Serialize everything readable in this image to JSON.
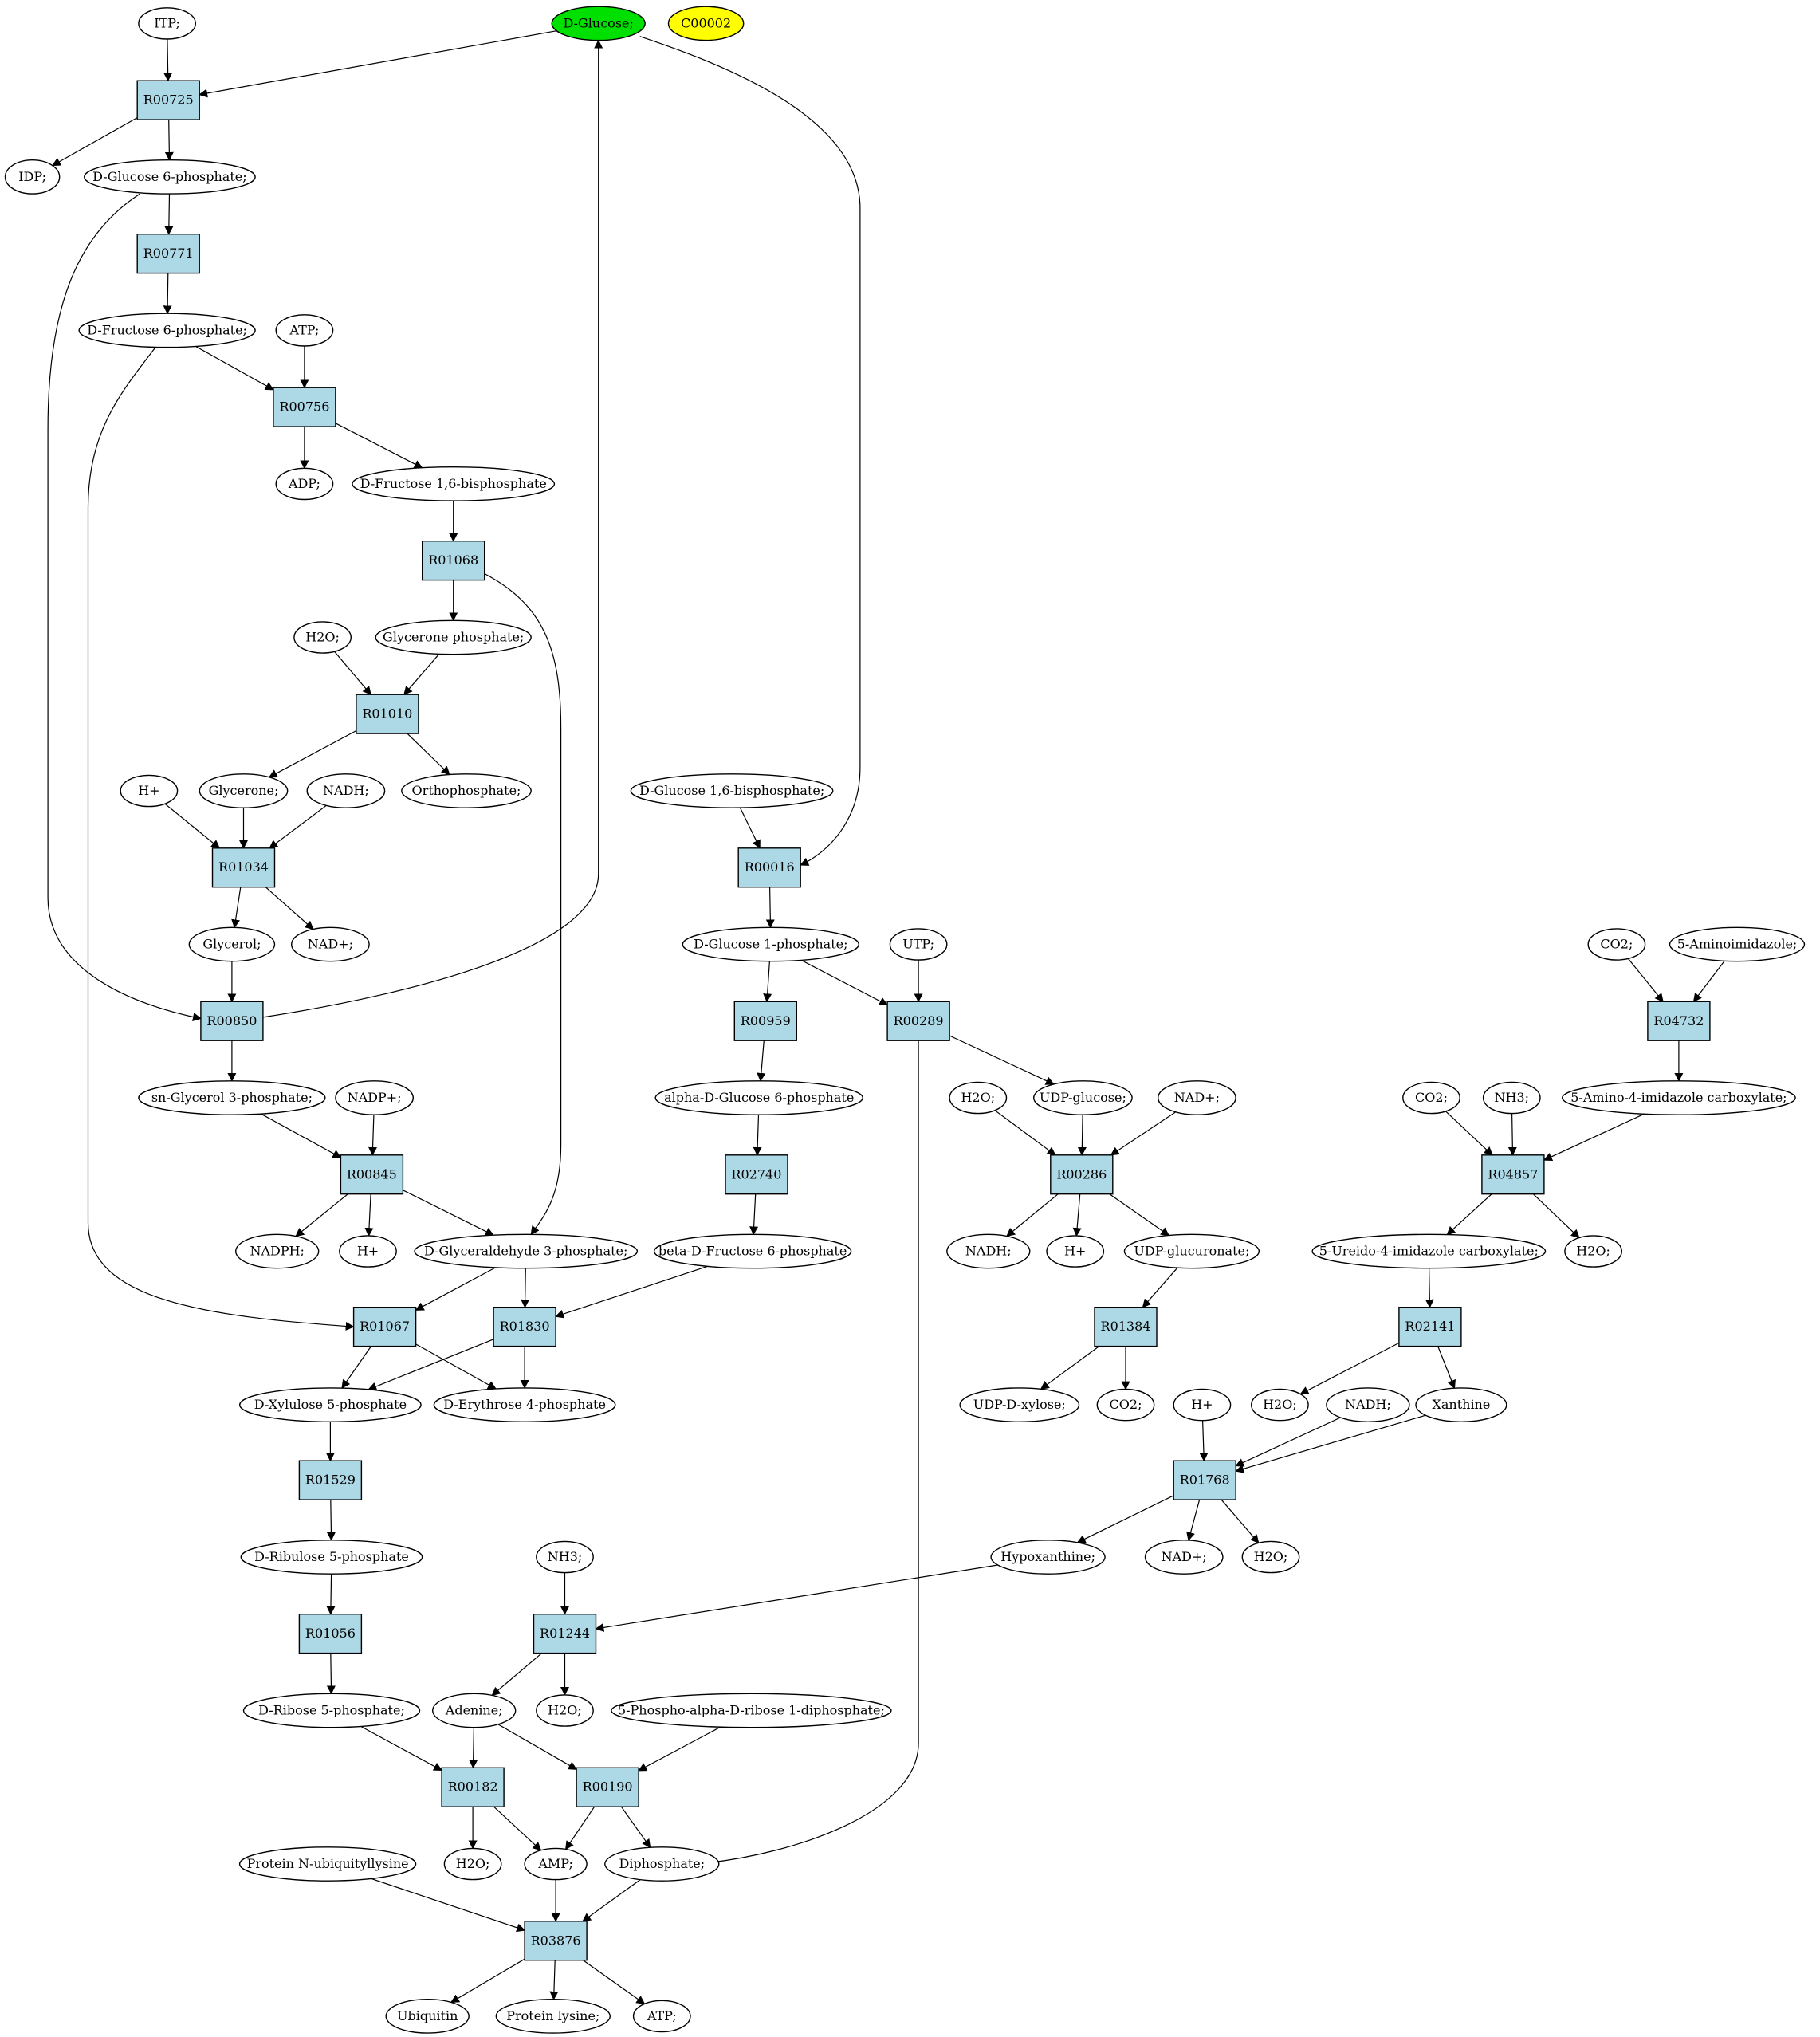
{
  "diagram": {
    "colors": {
      "reaction_fill": "#add8e6",
      "compound_fill": "#ffffff",
      "highlight_green": "#00e000",
      "highlight_yellow": "#ffff00",
      "stroke": "#000000"
    },
    "compounds": [
      {
        "id": "itp",
        "label": "ITP;"
      },
      {
        "id": "dglucose",
        "label": "D-Glucose;",
        "fill": "#00e000"
      },
      {
        "id": "c00002",
        "label": "C00002",
        "fill": "#ffff00"
      },
      {
        "id": "idp",
        "label": "IDP;"
      },
      {
        "id": "g6p",
        "label": "D-Glucose 6-phosphate;"
      },
      {
        "id": "f6p",
        "label": "D-Fructose 6-phosphate;"
      },
      {
        "id": "atp1",
        "label": "ATP;"
      },
      {
        "id": "adp",
        "label": "ADP;"
      },
      {
        "id": "fbp",
        "label": "D-Fructose 1,6-bisphosphate"
      },
      {
        "id": "h2o_1",
        "label": "H2O;"
      },
      {
        "id": "dhap",
        "label": "Glycerone phosphate;"
      },
      {
        "id": "hplus1",
        "label": "H+"
      },
      {
        "id": "glycerone",
        "label": "Glycerone;"
      },
      {
        "id": "nadh1",
        "label": "NADH;"
      },
      {
        "id": "pi",
        "label": "Orthophosphate;"
      },
      {
        "id": "glycerol",
        "label": "Glycerol;"
      },
      {
        "id": "nadplus1",
        "label": "NAD+;"
      },
      {
        "id": "g16bp",
        "label": "D-Glucose 1,6-bisphosphate;"
      },
      {
        "id": "g1p",
        "label": "D-Glucose 1-phosphate;"
      },
      {
        "id": "utp",
        "label": "UTP;"
      },
      {
        "id": "co2_1",
        "label": "CO2;"
      },
      {
        "id": "aminoimid",
        "label": "5-Aminoimidazole;"
      },
      {
        "id": "g3p",
        "label": "sn-Glycerol 3-phosphate;"
      },
      {
        "id": "nadpplus",
        "label": "NADP+;"
      },
      {
        "id": "ag6p",
        "label": "alpha-D-Glucose 6-phosphate"
      },
      {
        "id": "h2o_2",
        "label": "H2O;"
      },
      {
        "id": "udpglc",
        "label": "UDP-glucose;"
      },
      {
        "id": "nadplus2",
        "label": "NAD+;"
      },
      {
        "id": "co2_2",
        "label": "CO2;"
      },
      {
        "id": "nh3_1",
        "label": "NH3;"
      },
      {
        "id": "aic",
        "label": "5-Amino-4-imidazole carboxylate;"
      },
      {
        "id": "nadph",
        "label": "NADPH;"
      },
      {
        "id": "hplus2",
        "label": "H+"
      },
      {
        "id": "gap",
        "label": "D-Glyceraldehyde 3-phosphate;"
      },
      {
        "id": "bf6p",
        "label": "beta-D-Fructose 6-phosphate"
      },
      {
        "id": "nadh2",
        "label": "NADH;"
      },
      {
        "id": "hplus3",
        "label": "H+"
      },
      {
        "id": "udpglcur",
        "label": "UDP-glucuronate;"
      },
      {
        "id": "uic",
        "label": "5-Ureido-4-imidazole carboxylate;"
      },
      {
        "id": "h2o_3",
        "label": "H2O;"
      },
      {
        "id": "xu5p",
        "label": "D-Xylulose 5-phosphate"
      },
      {
        "id": "e4p",
        "label": "D-Erythrose 4-phosphate"
      },
      {
        "id": "udpxyl",
        "label": "UDP-D-xylose;"
      },
      {
        "id": "co2_3",
        "label": "CO2;"
      },
      {
        "id": "hplus4",
        "label": "H+"
      },
      {
        "id": "h2o_4",
        "label": "H2O;"
      },
      {
        "id": "nadh3",
        "label": "NADH;"
      },
      {
        "id": "xanthine",
        "label": "Xanthine"
      },
      {
        "id": "ru5p",
        "label": "D-Ribulose 5-phosphate"
      },
      {
        "id": "nh3_2",
        "label": "NH3;"
      },
      {
        "id": "hypox",
        "label": "Hypoxanthine;"
      },
      {
        "id": "nadplus3",
        "label": "NAD+;"
      },
      {
        "id": "h2o_5",
        "label": "H2O;"
      },
      {
        "id": "r5p",
        "label": "D-Ribose 5-phosphate;"
      },
      {
        "id": "adenine",
        "label": "Adenine;"
      },
      {
        "id": "h2o_6",
        "label": "H2O;"
      },
      {
        "id": "prpp",
        "label": "5-Phospho-alpha-D-ribose 1-diphosphate;"
      },
      {
        "id": "protub",
        "label": "Protein N-ubiquityllysine"
      },
      {
        "id": "h2o_7",
        "label": "H2O;"
      },
      {
        "id": "amp",
        "label": "AMP;"
      },
      {
        "id": "ppi",
        "label": "Diphosphate;"
      },
      {
        "id": "ubiquitin",
        "label": "Ubiquitin"
      },
      {
        "id": "protlys",
        "label": "Protein lysine;"
      },
      {
        "id": "atp2",
        "label": "ATP;"
      }
    ],
    "reactions": [
      {
        "id": "R00725",
        "label": "R00725"
      },
      {
        "id": "R00771",
        "label": "R00771"
      },
      {
        "id": "R00756",
        "label": "R00756"
      },
      {
        "id": "R01068",
        "label": "R01068"
      },
      {
        "id": "R01010",
        "label": "R01010"
      },
      {
        "id": "R01034",
        "label": "R01034"
      },
      {
        "id": "R00016",
        "label": "R00016"
      },
      {
        "id": "R00850",
        "label": "R00850"
      },
      {
        "id": "R00959",
        "label": "R00959"
      },
      {
        "id": "R00289",
        "label": "R00289"
      },
      {
        "id": "R04732",
        "label": "R04732"
      },
      {
        "id": "R00845",
        "label": "R00845"
      },
      {
        "id": "R02740",
        "label": "R02740"
      },
      {
        "id": "R00286",
        "label": "R00286"
      },
      {
        "id": "R04857",
        "label": "R04857"
      },
      {
        "id": "R01067",
        "label": "R01067"
      },
      {
        "id": "R01830",
        "label": "R01830"
      },
      {
        "id": "R01384",
        "label": "R01384"
      },
      {
        "id": "R02141",
        "label": "R02141"
      },
      {
        "id": "R01529",
        "label": "R01529"
      },
      {
        "id": "R01768",
        "label": "R01768"
      },
      {
        "id": "R01056",
        "label": "R01056"
      },
      {
        "id": "R01244",
        "label": "R01244"
      },
      {
        "id": "R00182",
        "label": "R00182"
      },
      {
        "id": "R00190",
        "label": "R00190"
      },
      {
        "id": "R03876",
        "label": "R03876"
      }
    ],
    "edges": [
      [
        "itp",
        "R00725"
      ],
      [
        "dglucose",
        "R00725"
      ],
      [
        "R00725",
        "idp"
      ],
      [
        "R00725",
        "g6p"
      ],
      [
        "g6p",
        "R00771"
      ],
      [
        "g6p",
        "R00850"
      ],
      [
        "R00771",
        "f6p"
      ],
      [
        "f6p",
        "R00756"
      ],
      [
        "atp1",
        "R00756"
      ],
      [
        "f6p",
        "R01067"
      ],
      [
        "R00756",
        "adp"
      ],
      [
        "R00756",
        "fbp"
      ],
      [
        "fbp",
        "R01068"
      ],
      [
        "R01068",
        "dhap"
      ],
      [
        "R01068",
        "gap"
      ],
      [
        "h2o_1",
        "R01010"
      ],
      [
        "dhap",
        "R01010"
      ],
      [
        "R01010",
        "glycerone"
      ],
      [
        "R01010",
        "pi"
      ],
      [
        "hplus1",
        "R01034"
      ],
      [
        "glycerone",
        "R01034"
      ],
      [
        "nadh1",
        "R01034"
      ],
      [
        "R01034",
        "glycerol"
      ],
      [
        "R01034",
        "nadplus1"
      ],
      [
        "glycerol",
        "R00850"
      ],
      [
        "R00850",
        "dglucose"
      ],
      [
        "R00850",
        "g3p"
      ],
      [
        "dglucose",
        "R00016"
      ],
      [
        "g16bp",
        "R00016"
      ],
      [
        "R00016",
        "g1p"
      ],
      [
        "g1p",
        "R00959"
      ],
      [
        "g1p",
        "R00289"
      ],
      [
        "utp",
        "R00289"
      ],
      [
        "R00289",
        "udpglc"
      ],
      [
        "R00289",
        "ppi"
      ],
      [
        "co2_1",
        "R04732"
      ],
      [
        "aminoimid",
        "R04732"
      ],
      [
        "R04732",
        "aic"
      ],
      [
        "g3p",
        "R00845"
      ],
      [
        "nadpplus",
        "R00845"
      ],
      [
        "R00845",
        "nadph"
      ],
      [
        "R00845",
        "hplus2"
      ],
      [
        "R00845",
        "gap"
      ],
      [
        "R00959",
        "ag6p"
      ],
      [
        "ag6p",
        "R02740"
      ],
      [
        "R02740",
        "bf6p"
      ],
      [
        "h2o_2",
        "R00286"
      ],
      [
        "udpglc",
        "R00286"
      ],
      [
        "nadplus2",
        "R00286"
      ],
      [
        "R00286",
        "nadh2"
      ],
      [
        "R00286",
        "hplus3"
      ],
      [
        "R00286",
        "udpglcur"
      ],
      [
        "co2_2",
        "R04857"
      ],
      [
        "nh3_1",
        "R04857"
      ],
      [
        "aic",
        "R04857"
      ],
      [
        "R04857",
        "uic"
      ],
      [
        "R04857",
        "h2o_3"
      ],
      [
        "gap",
        "R01067"
      ],
      [
        "gap",
        "R01830"
      ],
      [
        "bf6p",
        "R01830"
      ],
      [
        "R01067",
        "xu5p"
      ],
      [
        "R01067",
        "e4p"
      ],
      [
        "R01830",
        "xu5p"
      ],
      [
        "R01830",
        "e4p"
      ],
      [
        "udpglcur",
        "R01384"
      ],
      [
        "R01384",
        "udpxyl"
      ],
      [
        "R01384",
        "co2_3"
      ],
      [
        "uic",
        "R02141"
      ],
      [
        "R02141",
        "h2o_4"
      ],
      [
        "R02141",
        "xanthine"
      ],
      [
        "xu5p",
        "R01529"
      ],
      [
        "R01529",
        "ru5p"
      ],
      [
        "hplus4",
        "R01768"
      ],
      [
        "nadh3",
        "R01768"
      ],
      [
        "xanthine",
        "R01768"
      ],
      [
        "R01768",
        "hypox"
      ],
      [
        "R01768",
        "nadplus3"
      ],
      [
        "R01768",
        "h2o_5"
      ],
      [
        "ru5p",
        "R01056"
      ],
      [
        "R01056",
        "r5p"
      ],
      [
        "nh3_2",
        "R01244"
      ],
      [
        "hypox",
        "R01244"
      ],
      [
        "R01244",
        "adenine"
      ],
      [
        "R01244",
        "h2o_6"
      ],
      [
        "r5p",
        "R00182"
      ],
      [
        "adenine",
        "R00182"
      ],
      [
        "adenine",
        "R00190"
      ],
      [
        "prpp",
        "R00190"
      ],
      [
        "R00182",
        "h2o_7"
      ],
      [
        "R00182",
        "amp"
      ],
      [
        "R00190",
        "amp"
      ],
      [
        "R00190",
        "ppi"
      ],
      [
        "protub",
        "R03876"
      ],
      [
        "amp",
        "R03876"
      ],
      [
        "ppi",
        "R03876"
      ],
      [
        "R03876",
        "ubiquitin"
      ],
      [
        "R03876",
        "protlys"
      ],
      [
        "R03876",
        "atp2"
      ]
    ]
  }
}
